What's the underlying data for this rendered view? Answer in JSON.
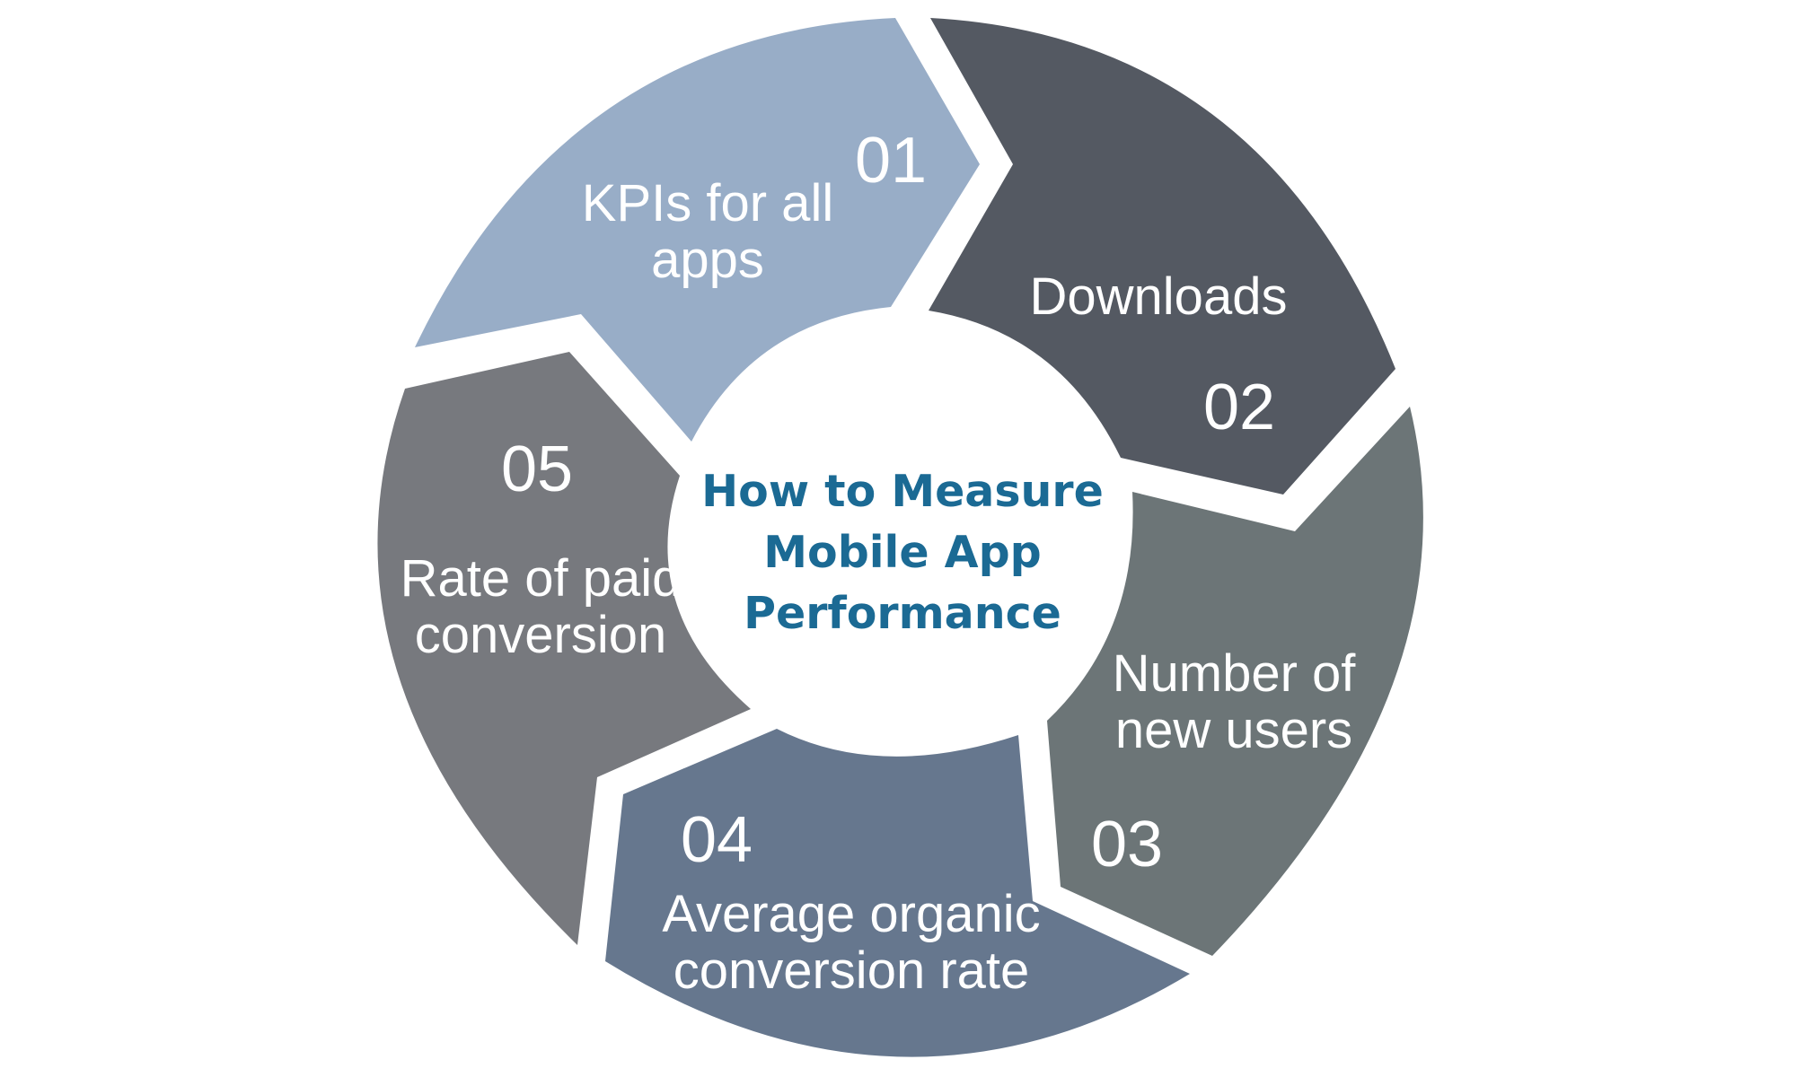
{
  "center": {
    "lines": [
      "How to Measure",
      "Mobile App",
      "Performance"
    ],
    "color": "#1b6a94"
  },
  "segments": [
    {
      "number": "01",
      "label_lines": [
        "KPIs for all",
        "apps"
      ],
      "color": "#98adc7"
    },
    {
      "number": "02",
      "label_lines": [
        "Downloads"
      ],
      "color": "#545962"
    },
    {
      "number": "03",
      "label_lines": [
        "Number of",
        "new users"
      ],
      "color": "#6c7577"
    },
    {
      "number": "04",
      "label_lines": [
        "Average organic",
        "conversion rate"
      ],
      "color": "#66778e"
    },
    {
      "number": "05",
      "label_lines": [
        "Rate of paid",
        "conversion"
      ],
      "color": "#77797e"
    }
  ]
}
